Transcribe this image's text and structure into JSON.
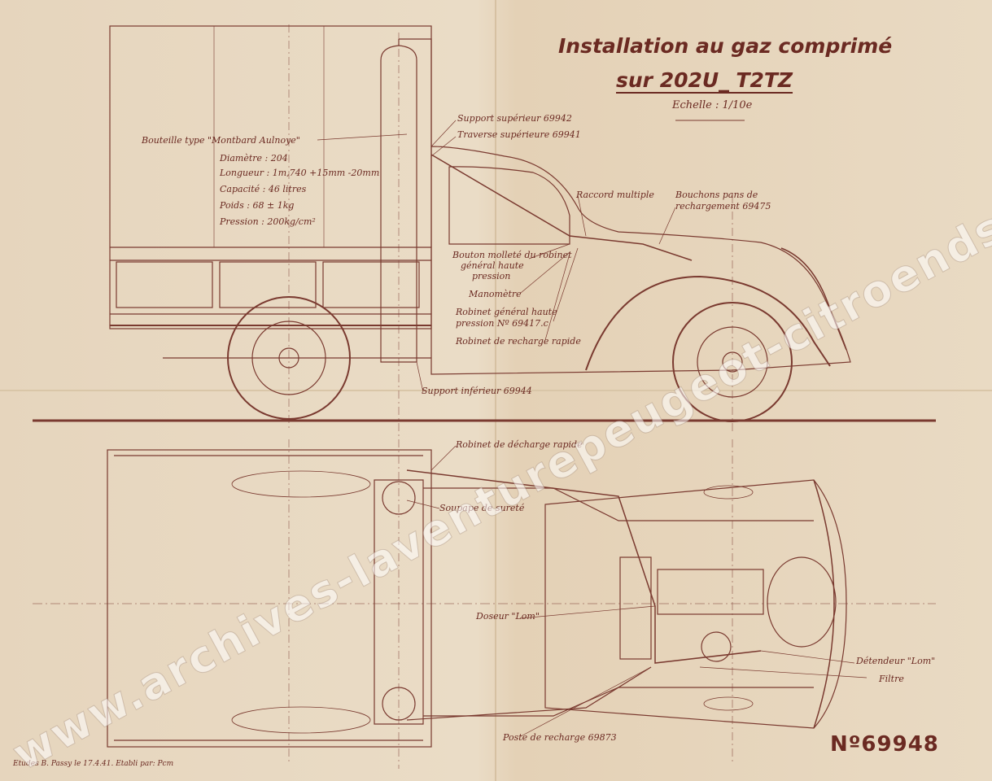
{
  "title": {
    "line1": "Installation au gaz comprimé",
    "line2": "sur 202U_ T2TZ",
    "scale": "Echelle : 1/10e"
  },
  "cylinder_specs": {
    "type": "Bouteille type \"Montbard Aulnoye\"",
    "diameter": "Diamètre : 204",
    "length": "Longueur : 1m,740 +15mm -20mm",
    "capacity": "Capacité : 46 litres",
    "weight": "Poids : 68 ± 1kg",
    "pressure": "Pression : 200kg/cm²"
  },
  "side_labels": {
    "support_sup": "Support supérieur 69942",
    "traverse_sup": "Traverse supérieure 69941",
    "raccord": "Raccord multiple",
    "bouchons": "Bouchons pans de",
    "bouchons2": "rechargement 69475",
    "bouton1": "Bouton molleté du robinet",
    "bouton2": "général haute",
    "bouton3": "pression",
    "manometre": "Manomètre",
    "robinet1": "Robinet général haute",
    "robinet2": "pression  Nº 69417.c",
    "recharge_rapide": "Robinet de recharge rapide",
    "support_inf": "Support inférieur 69944"
  },
  "top_labels": {
    "decharge": "Robinet de décharge rapide",
    "soupape": "Soupape de sureté",
    "doseur": "Doseur \"Lom\"",
    "detendeur": "Détendeur \"Lom\"",
    "filtre": "Filtre",
    "poste": "Poste de recharge 69873"
  },
  "doc_number": "Nº69948",
  "credits": "Etudes B. Passy le 17.4.41.  Etabli par: Pcm",
  "watermark": "www.archives-laventurepeugeot-citroends.com",
  "colors": {
    "paper": "#e8d9c3",
    "ink": "#6b2a22",
    "fold": "#d8c4a6"
  }
}
